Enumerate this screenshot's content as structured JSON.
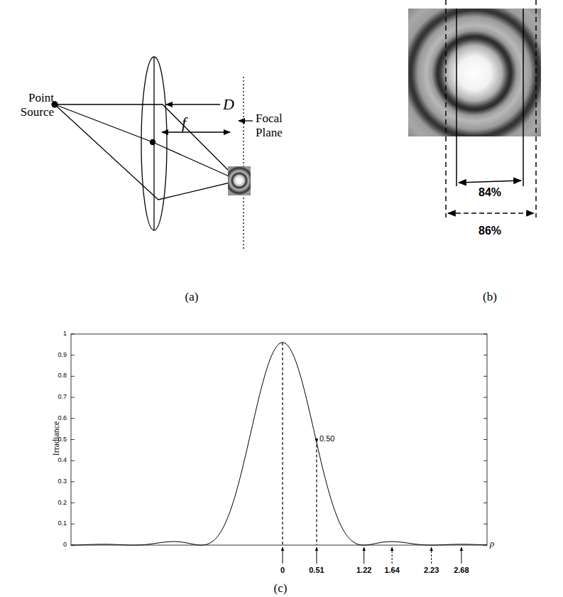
{
  "diagram": {
    "labels": [
      "Point Source",
      "D",
      "f",
      "Focal Plane",
      "(a)",
      "84%",
      "86%",
      "(b)",
      "0",
      "0.1",
      "0.2",
      "0.3",
      "0.4",
      "0.5",
      "0.6",
      "0.7",
      "0.8",
      "0.9",
      "1",
      "Irradiance",
      "0.50",
      "0",
      "0.51",
      "1.22",
      "1.64",
      "2.23",
      "2.68",
      "ρ",
      "(c)"
    ]
  }
}
